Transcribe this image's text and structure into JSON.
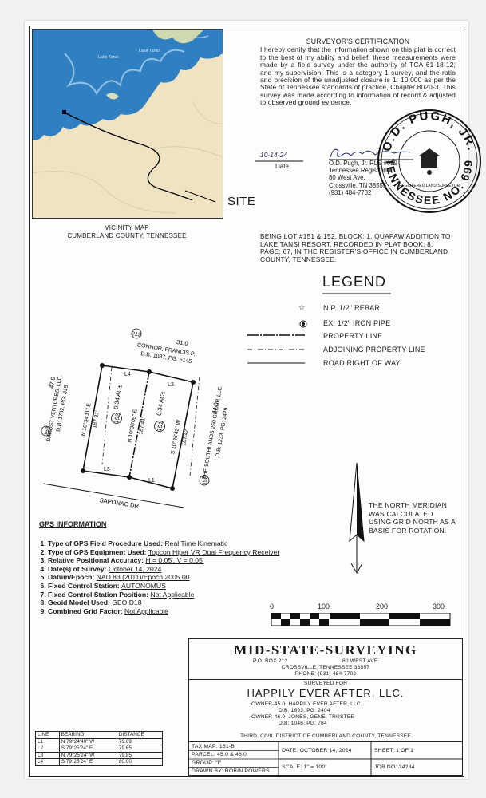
{
  "vicinity_map": {
    "lake_label_1": "Lake Tansi",
    "lake_label_2": "Lake Tansi",
    "site_label": "SITE",
    "caption_1": "VICINITY MAP",
    "caption_2": "CUMBERLAND COUNTY, TENNESSEE"
  },
  "certification": {
    "title": "SURVEYOR'S CERTIFICATION",
    "body": "I hereby certify that the information shown on this plat is correct to the best of my ability and belief, these measurements were made by a field survey under the authority of TCA 61-18-12; and my supervision. This is a category 1 survey, and the ratio and precision of the unadjusted closure is 1: 10,000 as per the State of Tennessee standards of practice, Chapter 8020-3. This survey was made according to information of record & adjusted to observed ground evidence.",
    "date_value": "10-14-24",
    "date_label": "Date",
    "signature": "O.D. Pugh",
    "surveyor_lines": [
      "O.D. Pugh, Jr. RLS #699",
      "Tennessee Registration",
      "80 West Ave.",
      "Crossville, TN 38555",
      "(931) 484-7702"
    ]
  },
  "seal": {
    "top_text": "O.D. PUGH, JR.",
    "bottom_text": "TENNESSEE NO. 699",
    "inner_text": "REGISTERED LAND SURVEYOR"
  },
  "lot_description": "BEING LOT #151 & 152, BLOCK: 1, QUAPAW ADDITION TO LAKE TANSI RESORT, RECORDED IN PLAT BOOK: 8, PAGE: 67, IN THE REGISTER'S OFFICE IN CUMBERLAND COUNTY, TENNESSEE.",
  "legend": {
    "title": "LEGEND",
    "items": [
      {
        "symbol": "star",
        "label": "N.P. 1/2\" REBAR"
      },
      {
        "symbol": "dot",
        "label": "EX. 1/2\" IRON PIPE"
      },
      {
        "symbol": "property",
        "label": "PROPERTY LINE"
      },
      {
        "symbol": "adjoining",
        "label": "ADJOINING PROPERTY LINE"
      },
      {
        "symbol": "road",
        "label": "ROAD RIGHT OF WAY"
      }
    ]
  },
  "plat": {
    "lot_212_num": "212",
    "lot_212_owner": "CONNOR, FRANCIS P.",
    "lot_212_db": "D.B: 1087, PG: 5145",
    "top_dim": "31.0",
    "lot_153_num": "153",
    "lot_153_owner": "DAPOST VENTURES, LLC.",
    "lot_153_db": "D.B: 1702, PG: 815",
    "lot_153_dim": "47.0",
    "lot_152": "152",
    "lot_152_area": "0.34 AC±",
    "lot_151": "151",
    "lot_151_area": "0.34 AC±",
    "lot_150_num": "150",
    "lot_150_owner": "THE SOUTHLANDS 250 GROUP, LLC.",
    "lot_150_db": "D.B: 1233, PG: 2429",
    "lot_150_dim": "44.0",
    "brg_left": "N 10°34'11\" E",
    "dist_left": "187.31'",
    "brg_mid": "N 10°36'05\" E",
    "dist_mid": "187.41'",
    "brg_right": "S 10°36'42\" W",
    "dist_right": "187.42'",
    "l1": "L1",
    "l2": "L2",
    "l3": "L3",
    "l4": "L4",
    "road": "SAPONAC DR."
  },
  "north_note": "THE NORTH MERIDIAN WAS CALCULATED USING GRID NORTH AS A BASIS FOR ROTATION.",
  "gps": {
    "title": "GPS INFORMATION",
    "items": [
      {
        "label": "Type of GPS Field Procedure Used:",
        "value": "Real Time Kinematic"
      },
      {
        "label": "Type of GPS Equipment Used:",
        "value": "Topcon Hiper VR Dual Frequency Receiver"
      },
      {
        "label": "Relative Positional Accuracy:",
        "value": "H = 0.05', V = 0.05'"
      },
      {
        "label": "Date(s) of Survey:",
        "value": "October 14, 2024"
      },
      {
        "label": "Datum/Epoch:",
        "value": "NAD 83 (2011)/Epoch 2005.00"
      },
      {
        "label": "Fixed Control Station:",
        "value": "AUTONOMUS"
      },
      {
        "label": "Fixed Control Station Position:",
        "value": "Not Applicable"
      },
      {
        "label": "Geoid Model Used:",
        "value": "GEOID18"
      },
      {
        "label": "Combined Grid Factor:",
        "value": "Not Applicable"
      }
    ]
  },
  "scale_bar": {
    "labels": [
      "0",
      "100",
      "200",
      "300"
    ]
  },
  "title_block": {
    "company": "MID-STATE-SURVEYING",
    "po": "P.O. BOX 212",
    "street": "80 WEST AVE.",
    "city": "CROSSVILLE, TENNESSEE 38557",
    "phone": "PHONE: (931) 484-7702",
    "surveyed_for": "SURVEYED FOR",
    "client": "HAPPILY EVER AFTER, LLC.",
    "owner_lines": [
      "OWNER-45.0: HAPPILY EVER AFTER, LLC.",
      "D.B: 1693, PG: 2404",
      "OWNER-46.0: JONES, GENE, TRUSTEE",
      "D.B: 1046, PG: 784"
    ],
    "district": "THIRD, CIVIL DISTRICT OF CUMBERLAND COUNTY, TENNESSEE",
    "tax_map": "TAX MAP: 161-B",
    "parcel": "PARCEL: 45.0 & 46.0",
    "group": "GROUP: \"I\"",
    "drawn_by": "DRAWN BY: ROBIN POWERS",
    "date": "DATE: OCTOBER 14, 2024",
    "sheet": "SHEET: 1 OF 1",
    "scale": "SCALE: 1\" = 100'",
    "job_no": "JOB NO: 24284"
  },
  "line_table": {
    "headers": [
      "LINE",
      "BEARING",
      "DISTANCE"
    ],
    "rows": [
      [
        "L1",
        "N 79°24'49\" W",
        "79.69'"
      ],
      [
        "L2",
        "S 79°25'24\" E",
        "79.65'"
      ],
      [
        "L3",
        "N 79°25'24\" W",
        "79.85'"
      ],
      [
        "L4",
        "S 79°25'24\" E",
        "80.00'"
      ]
    ]
  }
}
